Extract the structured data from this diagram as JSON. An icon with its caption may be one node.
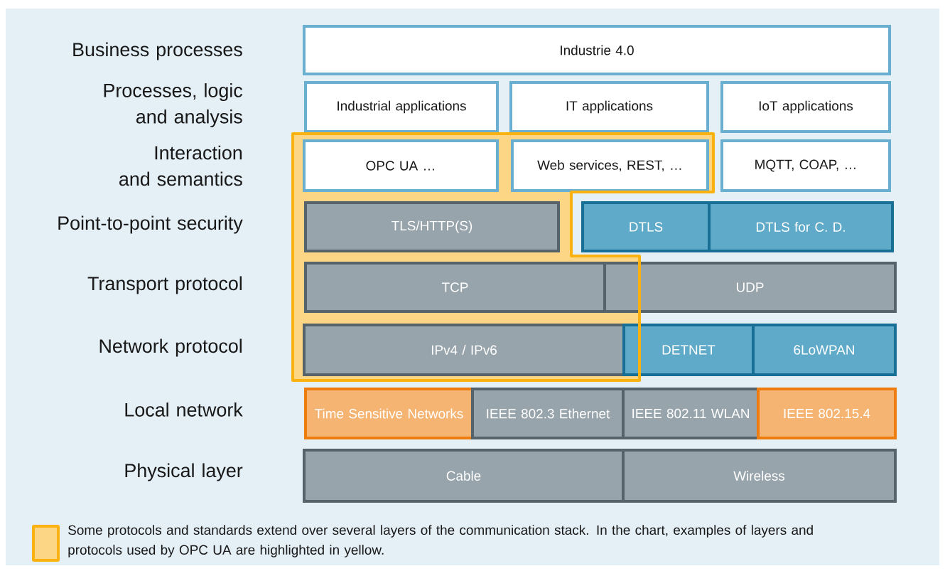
{
  "diagram": {
    "nodes": [
      {
        "text": [
          "Industrie 4.0"
        ]
      },
      {
        "text": [
          "Industrial applications"
        ]
      },
      {
        "text": [
          "IT applications"
        ]
      },
      {
        "text": [
          "IoT applications"
        ]
      },
      {
        "text": [
          "OPC UA …"
        ]
      },
      {
        "text": [
          "Web services, REST, …"
        ]
      },
      {
        "text": [
          "MQTT, COAP, …"
        ]
      },
      {
        "text": [
          "TLS/HTTP(S)"
        ]
      },
      {
        "text": [
          "DTLS"
        ]
      },
      {
        "text": [
          "DTLS for C. D."
        ]
      },
      {
        "text": [
          "TCP"
        ]
      },
      {
        "text": [
          "UDP"
        ]
      },
      {
        "text": [
          "IPv4 / IPv6"
        ]
      },
      {
        "text": [
          "DETNET"
        ]
      },
      {
        "text": [
          "6LoWPAN"
        ]
      },
      {
        "text": [
          "Time Sensitive Networks"
        ]
      },
      {
        "text": [
          "IEEE 802.3 Ethernet"
        ]
      },
      {
        "text": [
          "IEEE 802.11 WLAN"
        ]
      },
      {
        "text": [
          "IEEE 802.15.4"
        ]
      },
      {
        "text": [
          "Cable"
        ]
      },
      {
        "text": [
          "Wireless"
        ]
      }
    ],
    "labels": [
      "Business processes",
      "Processes, logic and analysis",
      "Interaction and semantics",
      "Point-to-point security",
      "Transport protocol",
      "Network protocol",
      "Local network",
      "Physical layer"
    ],
    "legend": [
      {
        "text": "Some protocols and standards extend over several layers of the communication stack. In the chart, examples of layers and protocols used by OPC UA are highlighted in yellow.",
        "color": "#fdd685"
      }
    ]
  }
}
